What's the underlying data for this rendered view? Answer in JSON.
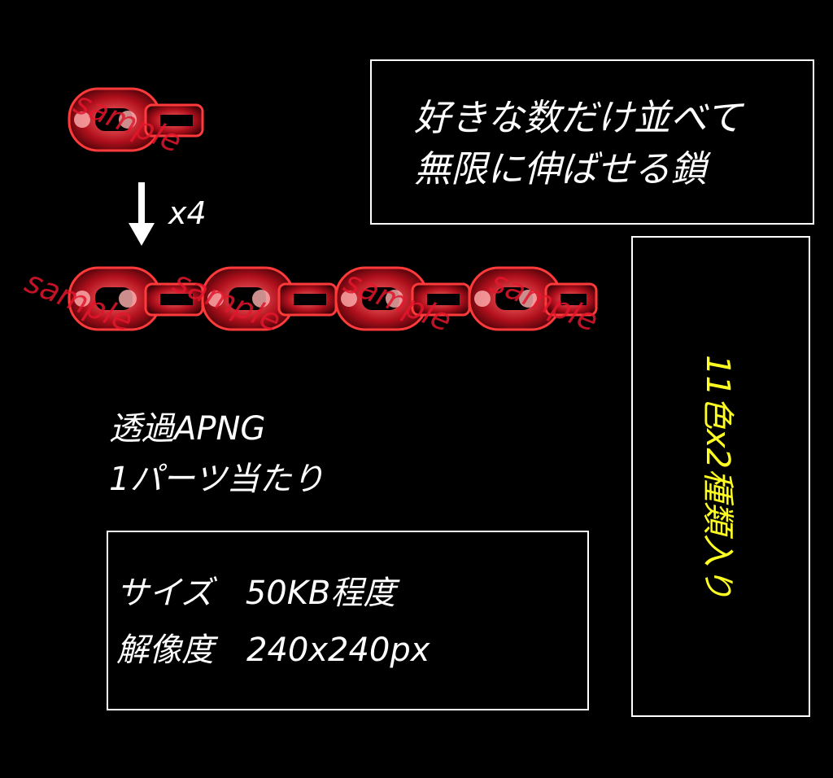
{
  "headline": {
    "line1": "好きな数だけ並べて",
    "line2": "無限に伸ばせる鎖"
  },
  "multiplier_label": "x4",
  "format": {
    "line1": "透過APNG",
    "line2": "1パーツ当たり"
  },
  "specs": {
    "size_line": "サイズ　50KB程度",
    "resolution_line": "解像度　240x240px"
  },
  "variants_text": "11色x2種類入り",
  "watermark_text": "sample",
  "colors": {
    "background": "#000000",
    "text": "#ffffff",
    "accent": "#ffff22",
    "chain": "#e3162d"
  }
}
